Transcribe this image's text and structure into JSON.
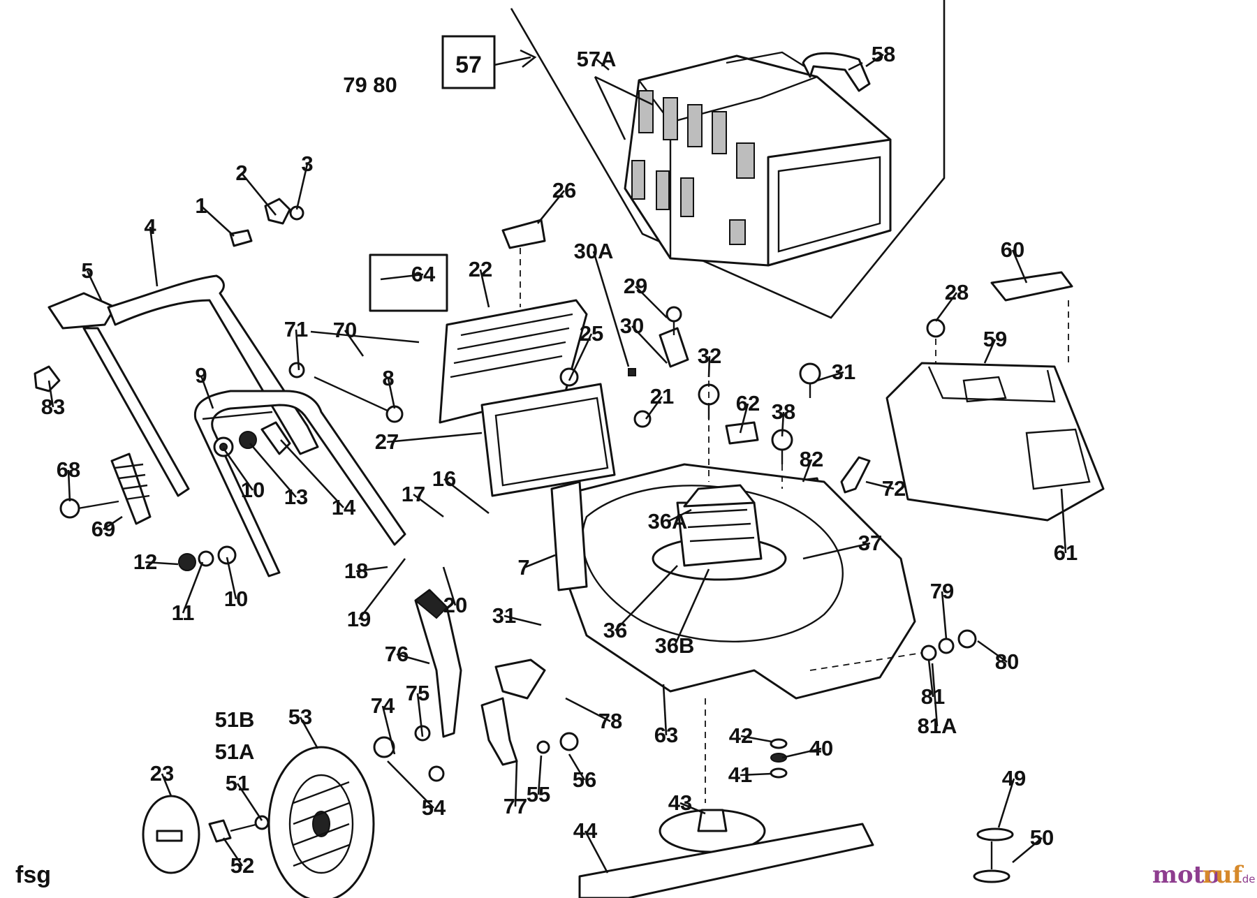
{
  "diagram": {
    "corner_code": "fsg",
    "model_numbers": "79 80",
    "boxed_part": "57",
    "watermark": {
      "brand_part1": "moto",
      "brand_part2": "ruf",
      "suffix": ".de"
    }
  },
  "labels": [
    "1",
    "2",
    "3",
    "4",
    "5",
    "83",
    "9",
    "68",
    "69",
    "12",
    "11",
    "10",
    "10",
    "13",
    "14",
    "71",
    "70",
    "8",
    "64",
    "22",
    "26",
    "30A",
    "29",
    "30",
    "25",
    "27",
    "21",
    "16",
    "17",
    "18",
    "19",
    "20",
    "7",
    "32",
    "36A",
    "36",
    "36B",
    "62",
    "38",
    "82",
    "31",
    "31",
    "28",
    "60",
    "59",
    "72",
    "61",
    "37",
    "57A",
    "58",
    "79",
    "80",
    "81",
    "81A",
    "63",
    "76",
    "78",
    "74",
    "75",
    "51B",
    "51A",
    "51",
    "52",
    "53",
    "23",
    "54",
    "77",
    "55",
    "56",
    "42",
    "40",
    "41",
    "43",
    "44",
    "49",
    "50"
  ]
}
